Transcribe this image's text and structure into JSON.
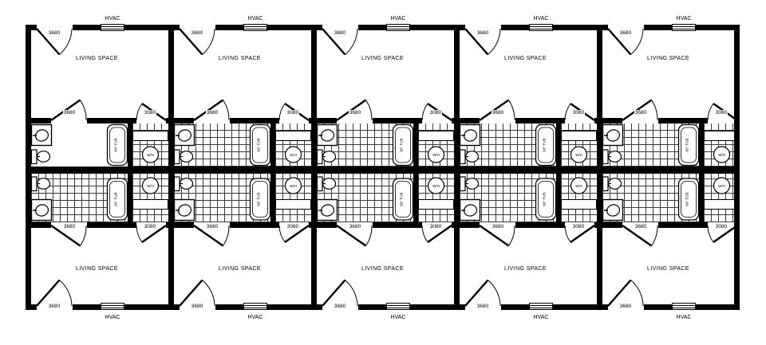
{
  "plan": {
    "unit_count": 5,
    "units": [
      {
        "name": "unit-1",
        "top_bathroom_tiled": false,
        "bottom_bathroom_tiled": true
      },
      {
        "name": "unit-2",
        "top_bathroom_tiled": true,
        "bottom_bathroom_tiled": true
      },
      {
        "name": "unit-3",
        "top_bathroom_tiled": true,
        "bottom_bathroom_tiled": true
      },
      {
        "name": "unit-4",
        "top_bathroom_tiled": true,
        "bottom_bathroom_tiled": true
      },
      {
        "name": "unit-5",
        "top_bathroom_tiled": true,
        "bottom_bathroom_tiled": true
      }
    ]
  },
  "labels": {
    "hvac": "HVAC",
    "living_space": "LIVING SPACE",
    "entry_door": "3680",
    "bathroom_door": "3680",
    "utility_door": "3080",
    "tub": "60\" TUB",
    "water_heater": "W/H"
  },
  "colors": {
    "wall": "#000000",
    "floor": "#ffffff",
    "tile_line": "#3a3a3a"
  }
}
